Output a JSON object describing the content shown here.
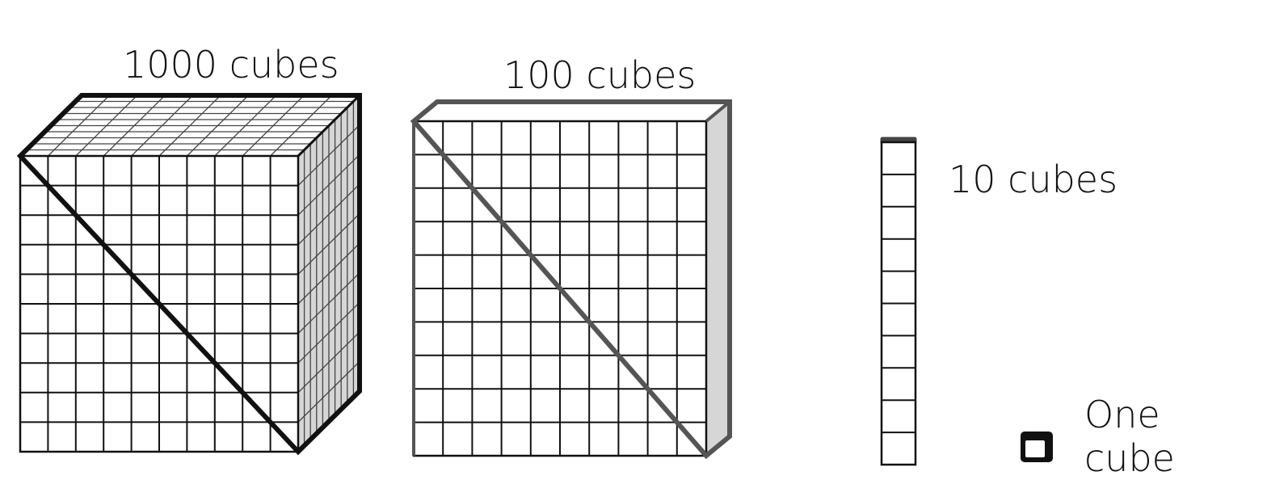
{
  "labels": {
    "thousand": "1000 cubes",
    "hundred": "100 cubes",
    "ten": "10 cubes",
    "one_line1": "One",
    "one_line2": "cube"
  },
  "blocks": [
    {
      "name": "thousand-cube",
      "count": 1000,
      "grid": [
        10,
        10
      ]
    },
    {
      "name": "hundred-flat",
      "count": 100,
      "grid": [
        10,
        10
      ]
    },
    {
      "name": "ten-rod",
      "count": 10,
      "grid": [
        1,
        10
      ]
    },
    {
      "name": "one-cube",
      "count": 1,
      "grid": [
        1,
        1
      ]
    }
  ],
  "colors": {
    "ink": "#111111",
    "side_fill": "#d6d6d6",
    "flat_outline": "#555555"
  }
}
